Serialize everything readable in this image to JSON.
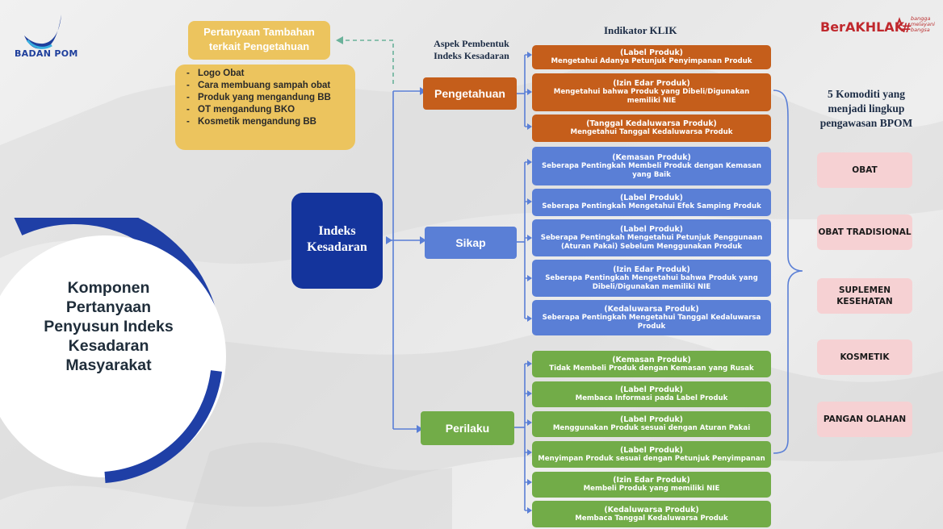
{
  "logos": {
    "left": "BADAN POM",
    "right_main": "BerAKHLAK",
    "right_tagline": "bangga melayani bangsa"
  },
  "main_title": "Komponen Pertanyaan Penyusun Indeks Kesadaran Masyarakat",
  "center": "Indeks Kesadaran",
  "additional_questions": {
    "title": "Pertanyaan Tambahan terkait Pengetahuan",
    "items": [
      "Logo Obat",
      "Cara membuang sampah obat",
      "Produk yang mengandung BB",
      "OT mengandung BKO",
      "Kosmetik mengandung BB"
    ]
  },
  "aspect_header": "Aspek Pembentuk Indeks Kesadaran",
  "indicator_header": "Indikator KLIK",
  "aspects": [
    {
      "name": "Pengetahuan",
      "color": "#c55e1b",
      "indicators": [
        {
          "heading": "(Label Produk)",
          "text": "Mengetahui Adanya Petunjuk Penyimpanan Produk"
        },
        {
          "heading": "(Izin Edar Produk)",
          "text": "Mengetahui bahwa Produk yang Dibeli/Digunakan memiliki NIE"
        },
        {
          "heading": "(Tanggal Kedaluwarsa Produk)",
          "text": "Mengetahui  Tanggal  Kedaluwarsa Produk"
        }
      ]
    },
    {
      "name": "Sikap",
      "color": "#5a7fd6",
      "indicators": [
        {
          "heading": "(Kemasan Produk)",
          "text": "Seberapa Pentingkah Membeli Produk dengan Kemasan yang Baik"
        },
        {
          "heading": "(Label Produk)",
          "text": "Seberapa Pentingkah Mengetahui Efek Samping Produk"
        },
        {
          "heading": "(Label Produk)",
          "text": "Seberapa Pentingkah Mengetahui Petunjuk Penggunaan (Aturan Pakai) Sebelum Menggunakan Produk"
        },
        {
          "heading": "(Izin Edar Produk)",
          "text": "Seberapa Pentingkah Mengetahui bahwa Produk yang Dibeli/Digunakan memiliki NIE"
        },
        {
          "heading": "(Kedaluwarsa Produk)",
          "text": "Seberapa Pentingkah Mengetahui  Tanggal  Kedaluwarsa Produk"
        }
      ]
    },
    {
      "name": "Perilaku",
      "color": "#72ac48",
      "indicators": [
        {
          "heading": "(Kemasan Produk)",
          "text": "Tidak Membeli Produk dengan Kemasan yang Rusak"
        },
        {
          "heading": "(Label Produk)",
          "text": "Membaca Informasi pada Label Produk"
        },
        {
          "heading": "(Label Produk)",
          "text": "Menggunakan Produk sesuai dengan Aturan Pakai"
        },
        {
          "heading": "(Label Produk)",
          "text": "Menyimpan Produk sesuai dengan Petunjuk Penyimpanan"
        },
        {
          "heading": "(Izin Edar Produk)",
          "text": "Membeli  Produk yang memiliki NIE"
        },
        {
          "heading": "(Kedaluwarsa Produk)",
          "text": "Membaca Tanggal Kedaluwarsa Produk"
        }
      ]
    }
  ],
  "commodities": {
    "title": "5 Komoditi yang menjadi lingkup pengawasan BPOM",
    "items": [
      "OBAT",
      "OBAT TRADISIONAL",
      "SUPLEMEN KESEHATAN",
      "KOSMETIK",
      "PANGAN OLAHAN"
    ]
  },
  "colors": {
    "knowledge": "#c55e1b",
    "attitude": "#5a7fd6",
    "behavior": "#72ac48",
    "center": "#14349c",
    "questions": "#ecc45e",
    "commodity": "#f6d1d3"
  }
}
